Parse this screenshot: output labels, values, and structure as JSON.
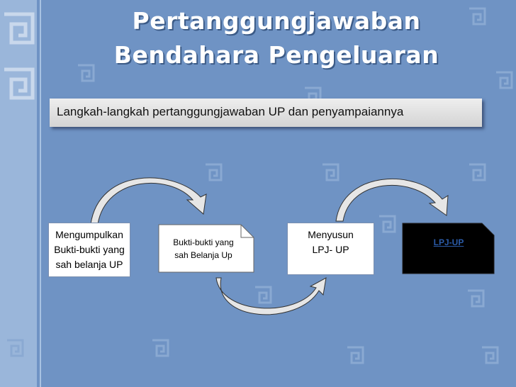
{
  "title": {
    "line1": "Pertanggungjawaban",
    "line2": "Bendahara Pengeluaran"
  },
  "subtitle": "Langkah-langkah pertanggungjawaban UP dan penyampaiannya",
  "steps": [
    {
      "lines": [
        "Mengumpulkan",
        "Bukti-bukti yang",
        "sah belanja UP"
      ]
    },
    {
      "lines": [
        "Bukti-bukti yang",
        "sah Belanja Up"
      ]
    },
    {
      "lines": [
        "Menyusun",
        "LPJ- UP"
      ]
    },
    {
      "lines": [
        "LPJ-UP"
      ]
    }
  ],
  "colors": {
    "background": "#6f93c4",
    "arrow_fill": "#e6e6e6",
    "final_doc_fill": "#000000",
    "final_doc_text": "#2b5ba8"
  },
  "icons": [
    "curved-arrow-icon",
    "greek-key-pattern-icon"
  ]
}
